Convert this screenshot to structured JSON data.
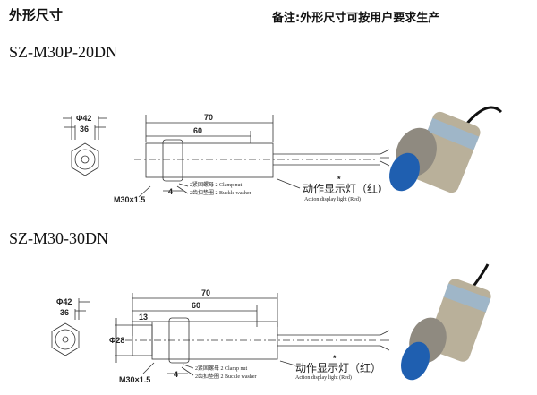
{
  "header": {
    "title": "外形尺寸",
    "note": "备注:外形尺寸可按用户要求生产"
  },
  "models": [
    {
      "name": "SZ-M30P-20DN",
      "dims": {
        "outer_hex": "Φ42",
        "inner_hex": "36",
        "total": "70",
        "body": "60",
        "thread": "M30×1.5",
        "nut_width": "4"
      }
    },
    {
      "name": "SZ-M30-30DN",
      "dims": {
        "outer_hex": "Φ42",
        "inner_hex": "36",
        "total": "70",
        "body": "60",
        "head_len": "13",
        "head_dia": "Φ28",
        "thread": "M30×1.5",
        "nut_width": "4"
      }
    }
  ],
  "labels": {
    "clamp_nut": "2紧固螺母 2 Clamp nut",
    "buckle_washer": "2齿扣垫圈 2 Buckle washer",
    "light_cn": "动作显示灯（红）",
    "light_en": "Action display light (Red)",
    "star": "*"
  },
  "colors": {
    "cap": "#1f5fb0",
    "metal": "#b9b09a"
  }
}
